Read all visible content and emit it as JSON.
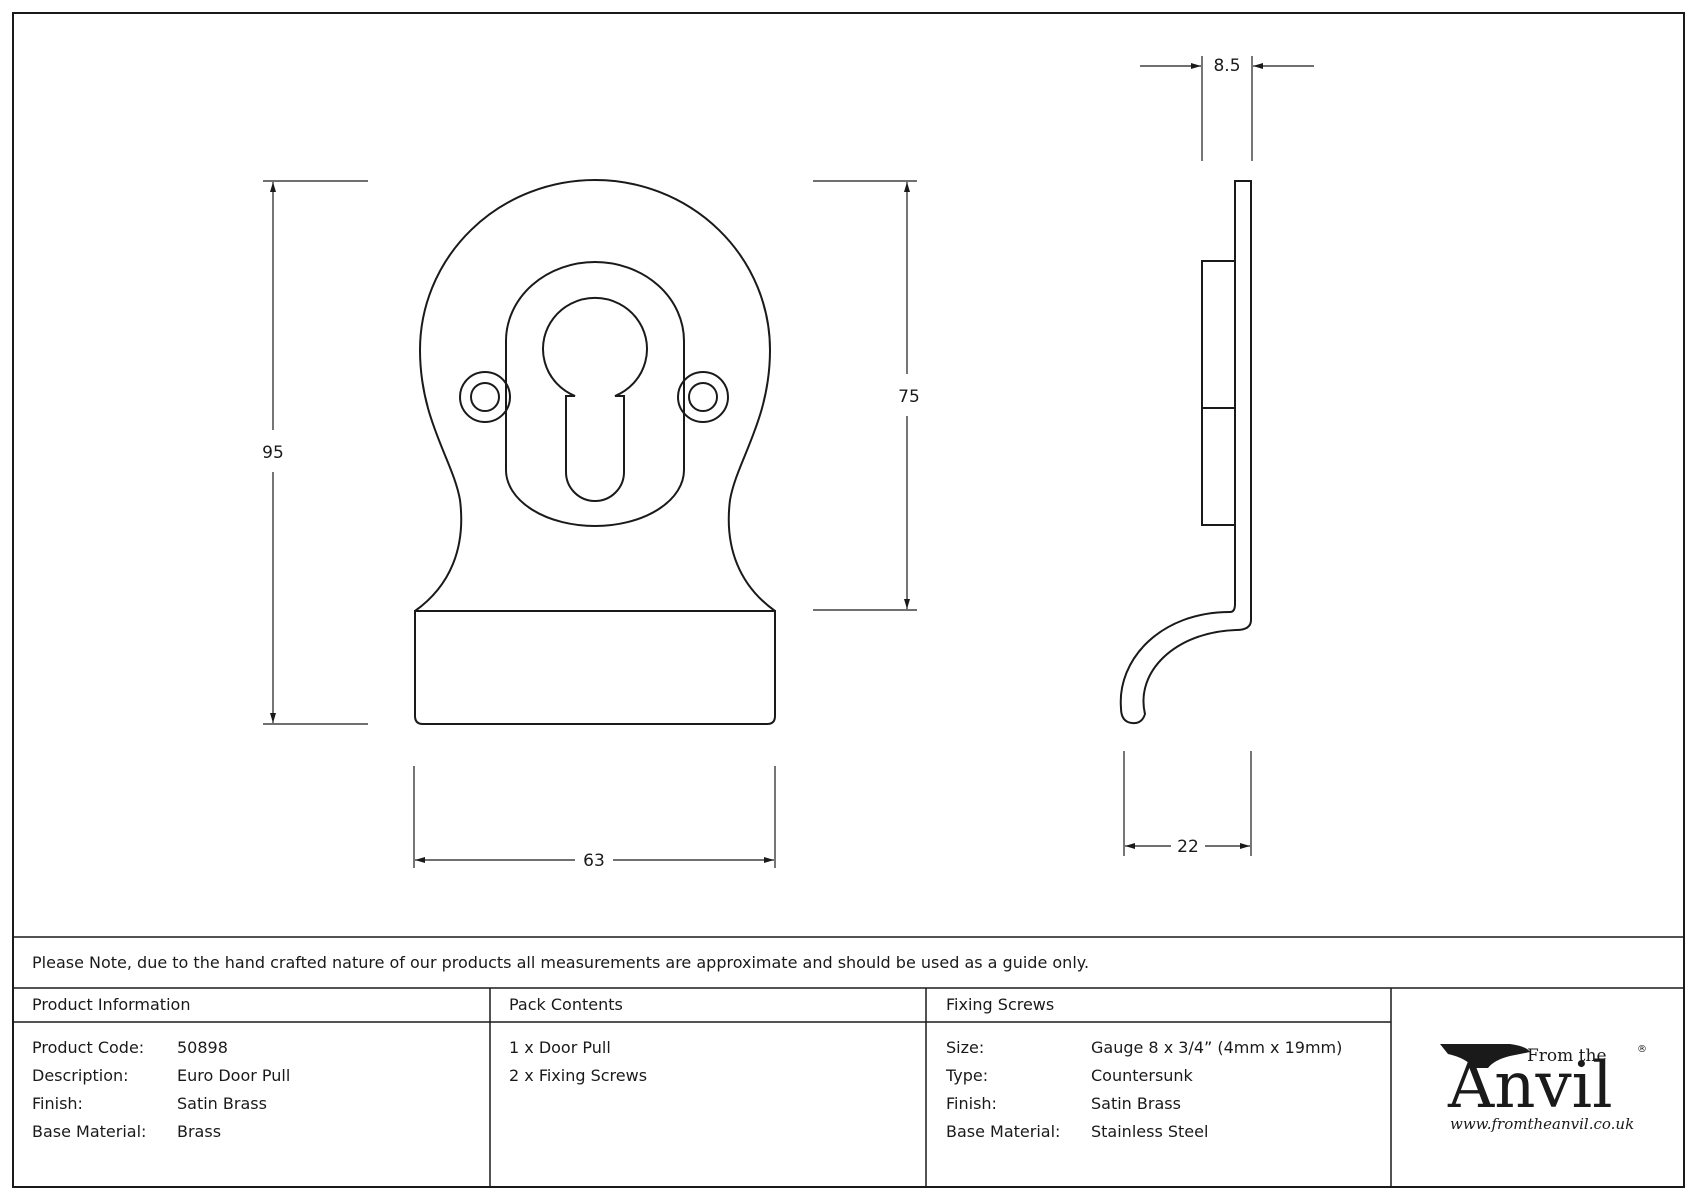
{
  "drawing": {
    "dimensions": {
      "height_total": "95",
      "height_upper": "75",
      "width": "63",
      "thickness": "8.5",
      "projection": "22"
    }
  },
  "note": "Please Note, due to the hand crafted nature of our products all measurements are approximate and should be used as a guide only.",
  "product_info": {
    "header": "Product Information",
    "rows": [
      {
        "label": "Product Code:",
        "value": "50898"
      },
      {
        "label": "Description:",
        "value": "Euro Door Pull"
      },
      {
        "label": "Finish:",
        "value": "Satin Brass"
      },
      {
        "label": "Base Material:",
        "value": "Brass"
      }
    ]
  },
  "pack_contents": {
    "header": "Pack Contents",
    "items": [
      "1 x Door Pull",
      "2 x Fixing Screws"
    ]
  },
  "fixing_screws": {
    "header": "Fixing Screws",
    "rows": [
      {
        "label": "Size:",
        "value": "Gauge 8 x 3/4” (4mm x 19mm)"
      },
      {
        "label": "Type:",
        "value": "Countersunk"
      },
      {
        "label": "Finish:",
        "value": "Satin Brass"
      },
      {
        "label": "Base Material:",
        "value": "Stainless Steel"
      }
    ]
  },
  "logo": {
    "from_the": "From the",
    "anvil": "Anvil",
    "registered": "®",
    "url": "www.fromtheanvil.co.uk",
    "icon": "anvil-icon"
  }
}
